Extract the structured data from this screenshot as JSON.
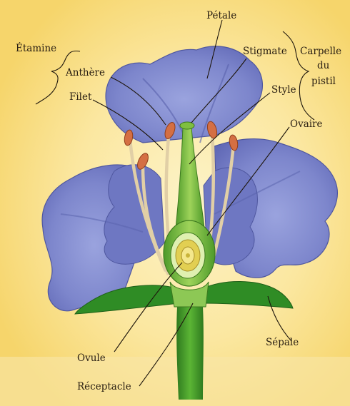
{
  "diagram": {
    "labels": {
      "petale": "Pétale",
      "etamine": "Étamine",
      "anthere": "Anthère",
      "stigmate": "Stigmate",
      "carpelle": "Carpelle",
      "du": "du",
      "pistil": "pistil",
      "filet": "Filet",
      "style": "Style",
      "ovaire": "Ovaire",
      "sepale": "Sépale",
      "ovule": "Ovule",
      "receptacle": "Réceptacle"
    },
    "colors": {
      "background_glow": "#fbe9a6",
      "petal": "#7d86cc",
      "petal_dark": "#4f579f",
      "sepal": "#2f8c25",
      "stem": "#4ba12d",
      "pistil": "#78bd3c",
      "ovary_inner": "#e2cf52",
      "filament": "#e1cfa6",
      "anther": "#d46f43"
    }
  }
}
